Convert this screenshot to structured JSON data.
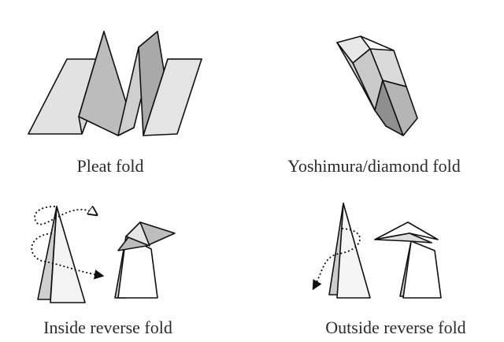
{
  "captions": {
    "pleat": "Pleat fold",
    "yoshimura": "Yoshimura/diamond fold",
    "inside_reverse": "Inside reverse fold",
    "outside_reverse": "Outside reverse fold"
  },
  "colors": {
    "paper_white": "#ffffff",
    "paper_light": "#e6e6e6",
    "paper_mid": "#c4c4c4",
    "paper_dark": "#9a9a9a",
    "outline": "#111111"
  }
}
